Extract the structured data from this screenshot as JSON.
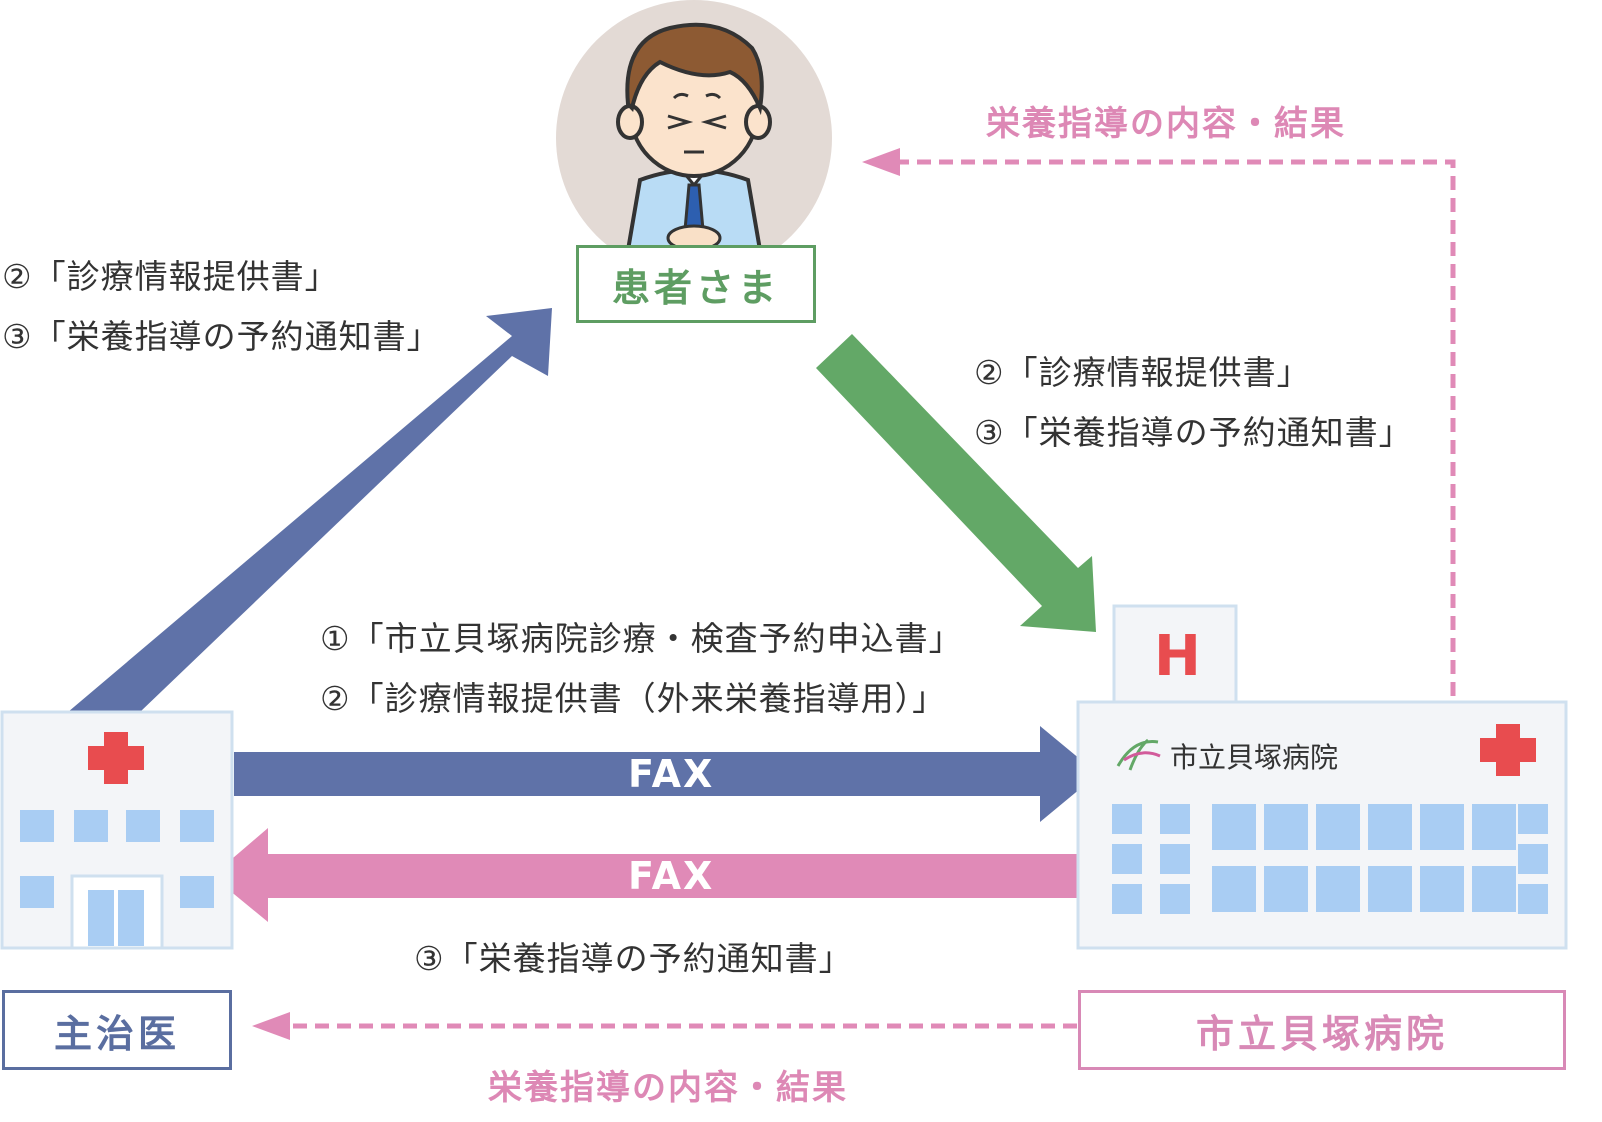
{
  "patient": {
    "label": "患者さま"
  },
  "doctor": {
    "label": "主治医"
  },
  "hospital": {
    "label": "市立貝塚病院",
    "sign": "市立貝塚病院",
    "h_sign": "H"
  },
  "left_docs": [
    "②「診療情報提供書」",
    "③「栄養指導の予約通知書」"
  ],
  "right_docs": [
    "②「診療情報提供書」",
    "③「栄養指導の予約通知書」"
  ],
  "fax_out_docs": [
    "①「市立貝塚病院診療・検査予約申込書」",
    "②「診療情報提供書（外来栄養指導用）」"
  ],
  "fax_out_label": "FAX",
  "fax_back_label": "FAX",
  "fax_back_doc": "③「栄養指導の予約通知書」",
  "result_top": "栄養指導の内容・結果",
  "result_bottom": "栄養指導の内容・結果",
  "colors": {
    "blue": "#5f72a8",
    "green": "#63a867",
    "pink": "#e08ab7",
    "pink_text": "#dd88b5",
    "doctor_border": "#5a6ea0",
    "doctor_text": "#5a6ea0",
    "patient_border": "#5e9d62",
    "patient_text": "#5e9d62",
    "hospital_border": "#d889b6",
    "hospital_text": "#d889b6",
    "window": "#a9cdf3",
    "cross": "#e84c4f"
  }
}
